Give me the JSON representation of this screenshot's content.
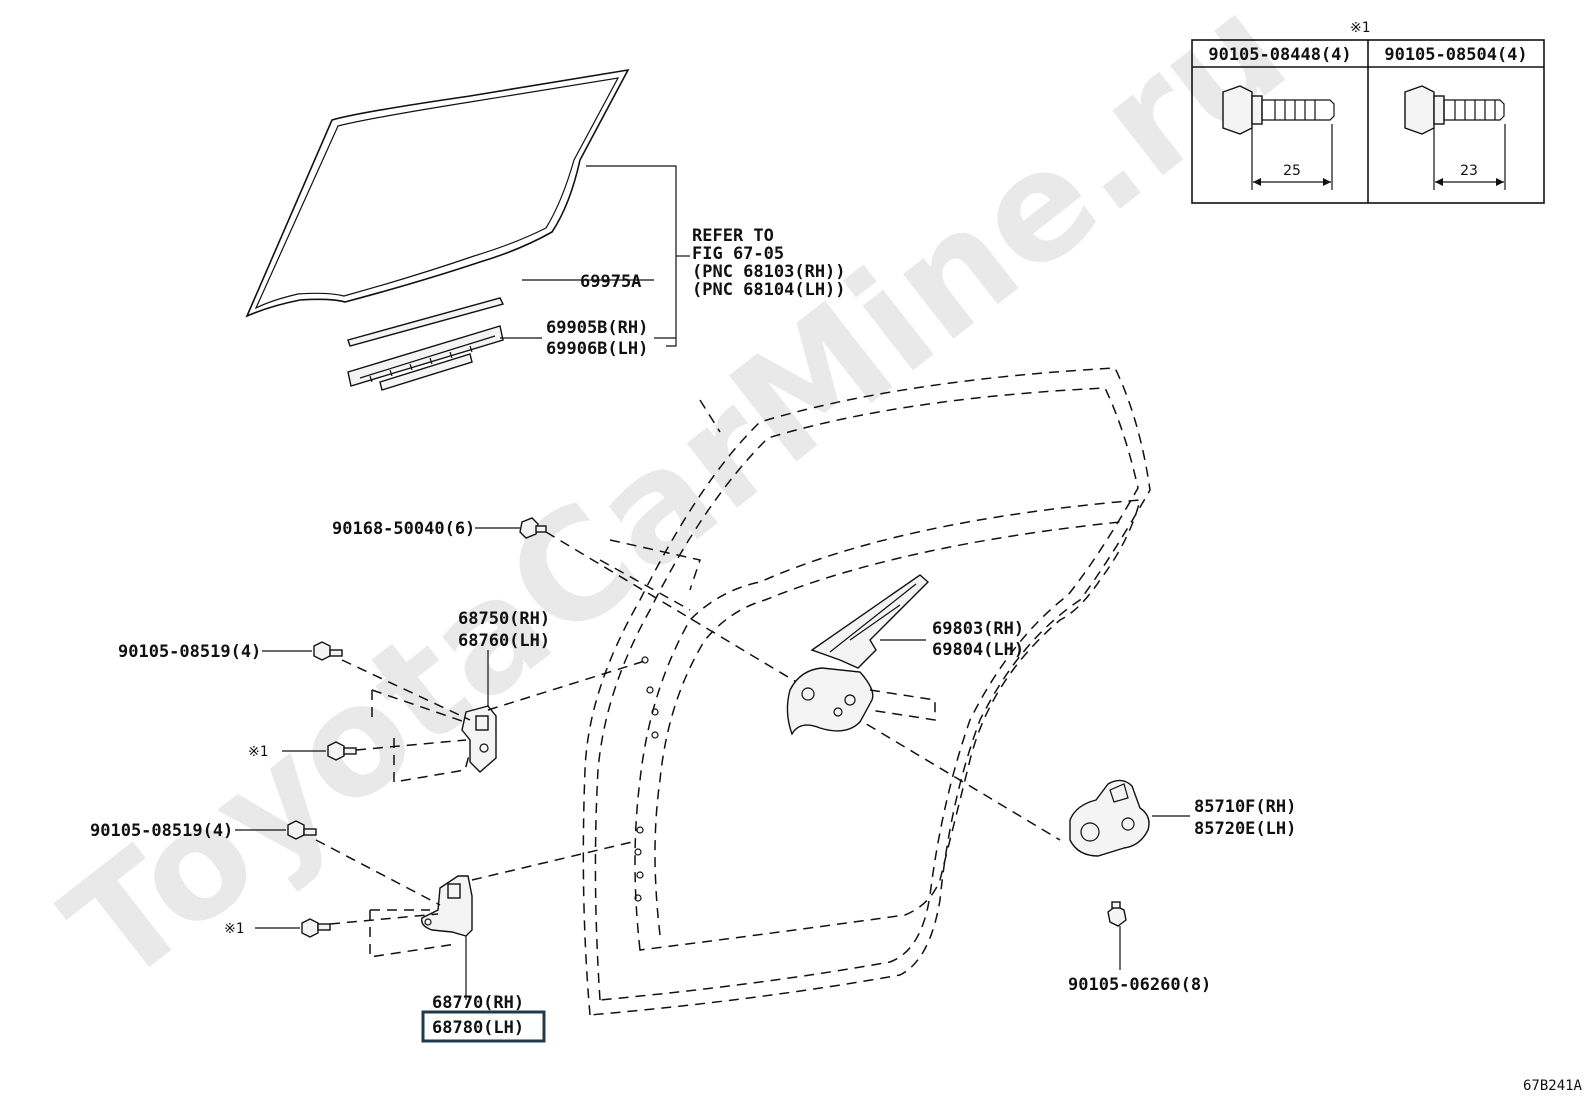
{
  "watermark": "ToyotaCarMine.ru",
  "figure_code": "67B241A",
  "note_symbol": "※1",
  "bolt_table": {
    "header_marker": "※1",
    "columns": [
      {
        "part": "90105-08448(4)",
        "length": "25"
      },
      {
        "part": "90105-08504(4)",
        "length": "23"
      }
    ]
  },
  "refer": {
    "line1": "REFER TO",
    "line2": "FIG 67-05",
    "line3": "(PNC 68103(RH))",
    "line4": "(PNC 68104(LH))"
  },
  "labels": {
    "p69975a": "69975A",
    "p69905b": "69905B(RH)",
    "p69906b": "69906B(LH)",
    "p90168": "90168-50040(6)",
    "p68750": "68750(RH)",
    "p68760": "68760(LH)",
    "p90105_upper": "90105-08519(4)",
    "p90105_lower": "90105-08519(4)",
    "note_upper": "※1",
    "note_lower": "※1",
    "p69803": "69803(RH)",
    "p69804": "69804(LH)",
    "p85710f": "85710F(RH)",
    "p85720e": "85720E(LH)",
    "p90105_06260": "90105-06260(8)",
    "p68770": "68770(RH)",
    "p68780": "68780(LH)"
  },
  "highlighted_part": "68780(LH)"
}
